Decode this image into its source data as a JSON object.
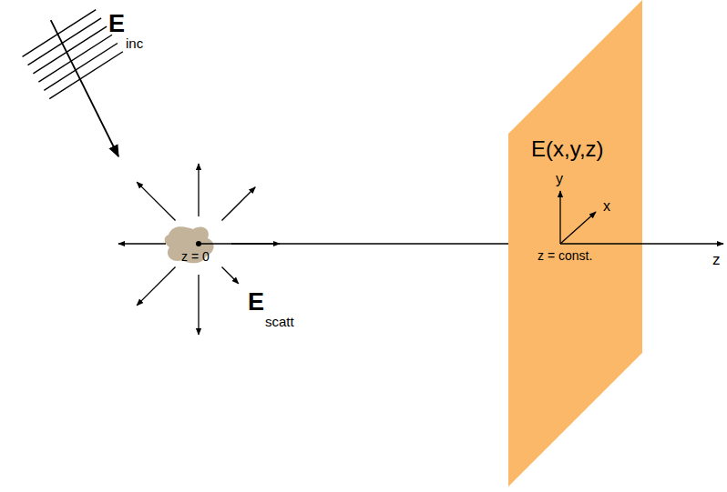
{
  "diagram": {
    "nodes": [
      {
        "text": [
          "E(x,y,z)",
          "y",
          "x",
          "z = const."
        ]
      }
    ],
    "labels": [
      "E",
      "inc",
      "z = 0",
      "E",
      "scatt",
      "z"
    ]
  }
}
